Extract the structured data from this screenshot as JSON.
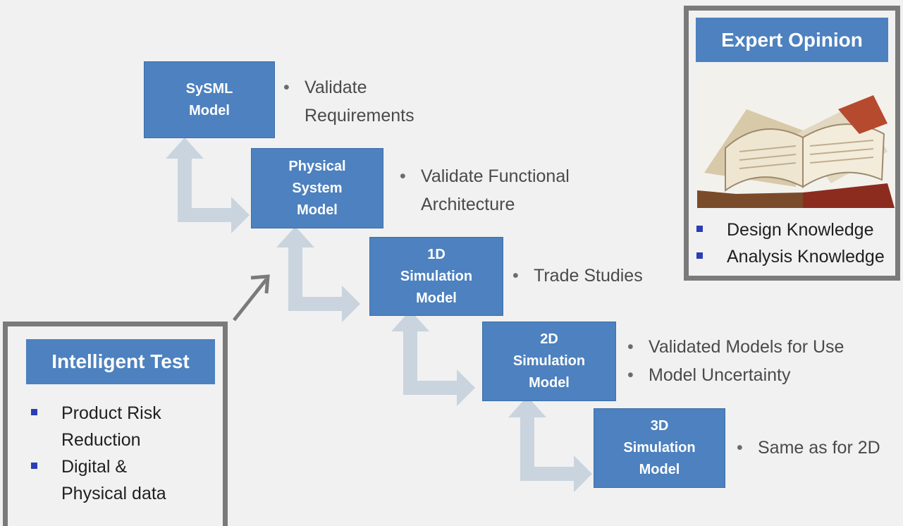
{
  "stages": [
    {
      "label": "SySML\nModel",
      "bullets": [
        "Validate\nRequirements"
      ]
    },
    {
      "label": "Physical\nSystem\nModel",
      "bullets": [
        "Validate Functional\nArchitecture"
      ]
    },
    {
      "label": "1D\nSimulation\nModel",
      "bullets": [
        "Trade Studies"
      ]
    },
    {
      "label": "2D\nSimulation\nModel",
      "bullets": [
        "Validated Models for Use",
        "Model Uncertainty"
      ]
    },
    {
      "label": "3D\nSimulation\nModel",
      "bullets": [
        "Same as for 2D"
      ]
    }
  ],
  "expert_panel": {
    "title": "Expert Opinion",
    "image_icon": "open-books-image",
    "items": [
      "Design Knowledge",
      "Analysis Knowledge"
    ]
  },
  "intelligent_test_panel": {
    "title": "Intelligent Test",
    "items": [
      "Product Risk\nReduction",
      "Digital &\nPhysical data"
    ]
  },
  "colors": {
    "stage_fill": "#4d81bf",
    "connector_arrow": "#c9d4de",
    "panel_border": "#7a7a7a",
    "pointer_arrow": "#7a7a7a",
    "square_bullet": "#2a3fb3"
  }
}
